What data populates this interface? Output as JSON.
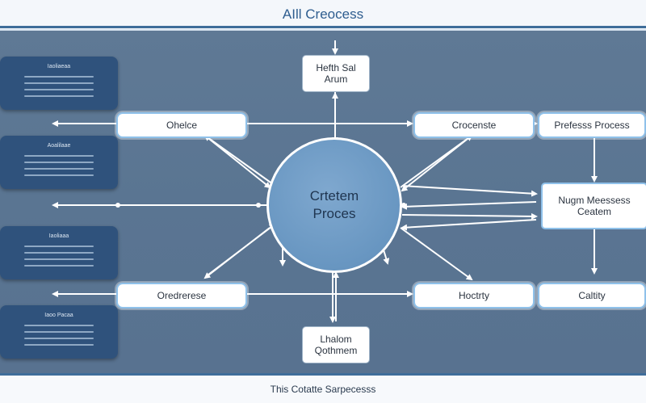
{
  "header": {
    "title": "AIll Creocess"
  },
  "footer": {
    "text": "This Cotatte Sarpecesss"
  },
  "hub": {
    "line1": "Crtetem",
    "line2": "Proces"
  },
  "top_box": {
    "line1": "Hefth Sal",
    "line2": "Arum"
  },
  "bottom_box": {
    "line1": "Lhalom",
    "line2": "Qothmem"
  },
  "right_box": {
    "line1": "Nugm Meessess",
    "line2": "Ceatem"
  },
  "pills": {
    "left_top": "Ohelce",
    "left_bottom": "Oredrerese",
    "right_top_a": "Crocenste",
    "right_top_b": "Prefesss Process",
    "right_bottom_a": "Hoctrty",
    "right_bottom_b": "Caltity"
  },
  "side_cards": [
    {
      "heading": "Iaoliaeaa"
    },
    {
      "heading": "Aoalilaae"
    },
    {
      "heading": "Iaoliaaa"
    },
    {
      "heading": "Iaoo Pacaa"
    }
  ],
  "colors": {
    "accent": "#3f6d9a",
    "canvas": "#5f7995",
    "hub": "#6896c1",
    "card": "#2f527c",
    "pill_border": "#8fc1ea"
  }
}
